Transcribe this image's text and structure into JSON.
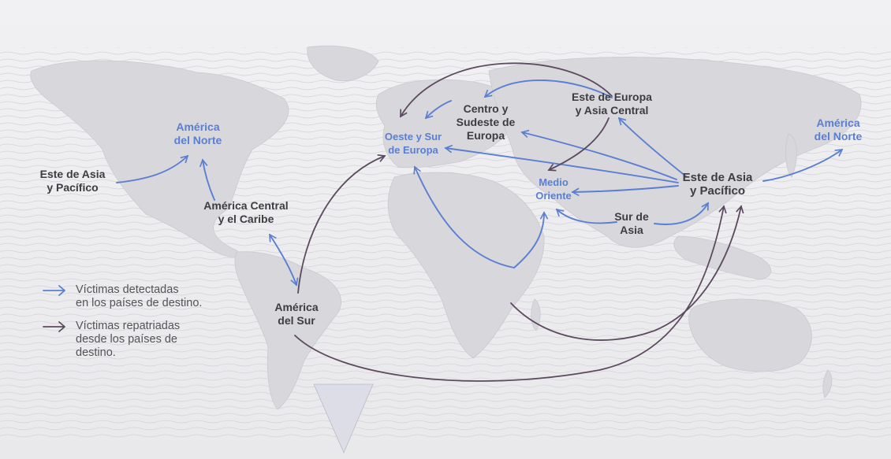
{
  "colors": {
    "detected": "#5a7fd1",
    "repatriated": "#5c4a5e",
    "land": "#d9d9dd",
    "ocean": "#ececee",
    "origin_label": "#3e3c40",
    "destination_label": "#5a7fd1"
  },
  "regions": {
    "este_asia_pacifico_oeste": "Este de Asia\ny Pacífico",
    "america_norte_oeste": "América\ndel Norte",
    "america_central_caribe": "América Central\ny el Caribe",
    "america_sur": "América\ndel Sur",
    "oeste_sur_europa": "Oeste y Sur\nde Europa",
    "centro_sudeste_europa": "Centro y\nSudeste de\nEuropa",
    "este_europa_asia_central": "Este de Europa\ny Asia Central",
    "medio_oriente": "Medio\nOriente",
    "sur_asia": "Sur de\nAsia",
    "este_asia_pacifico_este": "Este de Asia\ny Pacífico",
    "america_norte_este": "América\ndel Norte"
  },
  "legend": {
    "detected": "Víctimas detectadas\nen los países de destino.",
    "repatriated": "Víctimas repatriadas\ndesde los países de\ndestino."
  },
  "flows": {
    "detected": [
      [
        "Este de Asia y Pacífico",
        "América del Norte"
      ],
      [
        "América Central y el Caribe",
        "América del Norte"
      ],
      [
        "América Central y el Caribe",
        "América del Sur"
      ],
      [
        "Este de Europa y Asia Central",
        "Centro y Sudeste de Europa"
      ],
      [
        "Centro y Sudeste de Europa",
        "Oeste y Sur de Europa"
      ],
      [
        "Este de Asia y Pacífico",
        "Oeste y Sur de Europa"
      ],
      [
        "Este de Asia y Pacífico",
        "Centro y Sudeste de Europa"
      ],
      [
        "Este de Asia y Pacífico",
        "Este de Europa y Asia Central"
      ],
      [
        "Este de Asia y Pacífico",
        "Medio Oriente"
      ],
      [
        "Este de Asia y Pacífico",
        "América del Norte"
      ],
      [
        "Sur de Asia",
        "Medio Oriente"
      ],
      [
        "Sur de Asia",
        "Este de Asia y Pacífico"
      ],
      [
        "África",
        "Oeste y Sur de Europa"
      ],
      [
        "África",
        "Medio Oriente"
      ]
    ],
    "repatriated": [
      [
        "Este de Europa y Asia Central",
        "Oeste y Sur de Europa"
      ],
      [
        "Este de Europa y Asia Central",
        "Medio Oriente"
      ],
      [
        "América del Sur",
        "Oeste y Sur de Europa"
      ],
      [
        "América del Sur",
        "Este de Asia y Pacífico"
      ],
      [
        "África",
        "Este de Asia y Pacífico"
      ]
    ]
  }
}
